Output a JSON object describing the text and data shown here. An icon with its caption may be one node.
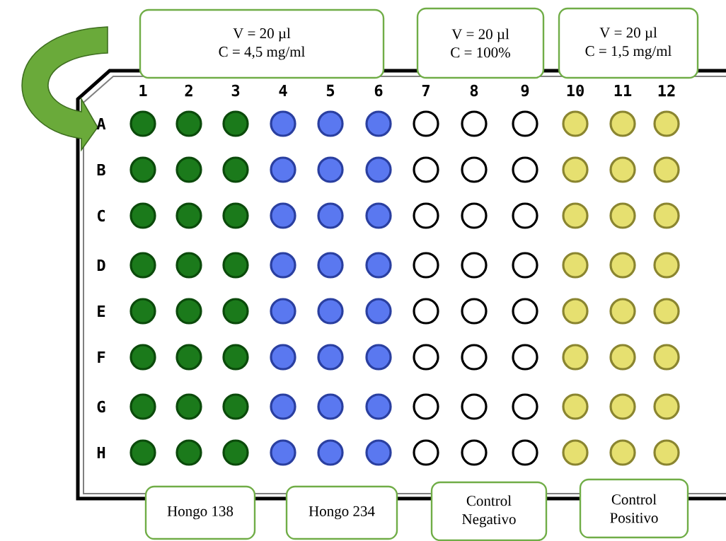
{
  "diagram": {
    "nodes": [
      {
        "text": [
          "V = 20 µl",
          "C = 4,5 mg/ml"
        ]
      },
      {
        "text": [
          "V = 20 µl",
          "C = 100%"
        ]
      },
      {
        "text": [
          "V = 20 µl",
          "C = 1,5 mg/ml"
        ]
      },
      {
        "text": [
          "Hongo 138"
        ]
      },
      {
        "text": [
          "Hongo 234"
        ]
      },
      {
        "text": [
          "Control Negativo"
        ]
      },
      {
        "text": [
          "Control Positivo"
        ]
      }
    ],
    "labels": [
      "1",
      "2",
      "3",
      "4",
      "5",
      "6",
      "7",
      "8",
      "9",
      "10",
      "11",
      "12",
      "A",
      "B",
      "C",
      "D",
      "E",
      "F",
      "G",
      "H"
    ]
  }
}
